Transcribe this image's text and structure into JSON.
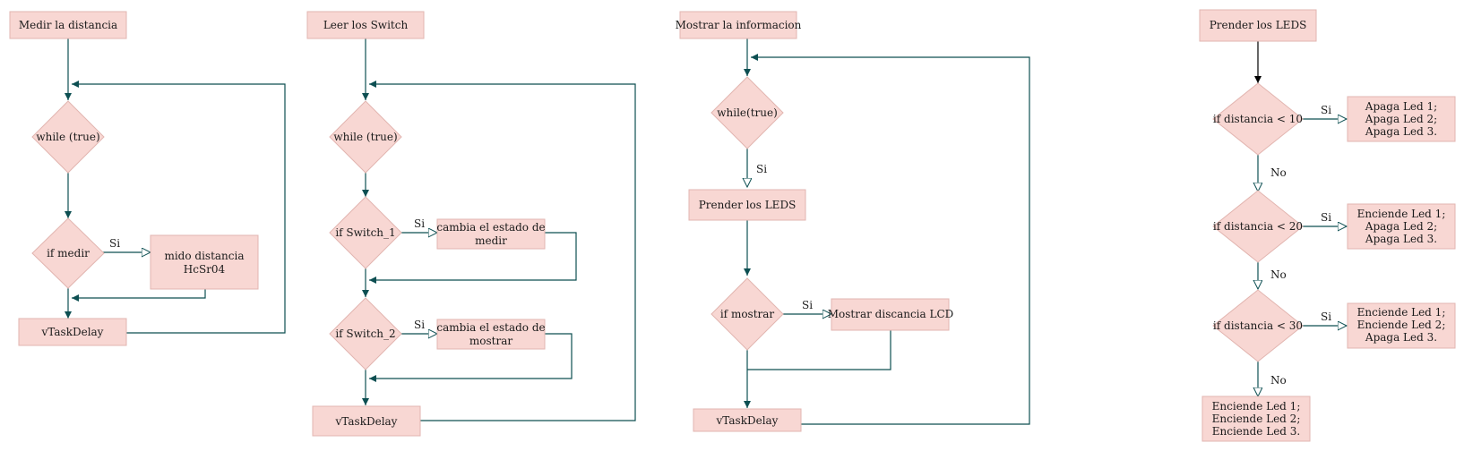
{
  "colors": {
    "node_fill": "#f8d7d3",
    "node_stroke": "#e2b5b0",
    "edge": "#0d4f52"
  },
  "flow1": {
    "title": "Medir la distancia",
    "loop": "while (true)",
    "cond": "if medir",
    "yes": "Si",
    "action_line1": "mido distancia",
    "action_line2": "HcSr04",
    "delay": "vTaskDelay"
  },
  "flow2": {
    "title": "Leer los Switch",
    "loop": "while (true)",
    "cond1": "if Switch_1",
    "yes1": "Si",
    "action1_line1": "cambia el estado de",
    "action1_line2": "medir",
    "cond2": "if Switch_2",
    "yes2": "Si",
    "action2_line1": "cambia el estado de",
    "action2_line2": "mostrar",
    "delay": "vTaskDelay"
  },
  "flow3": {
    "title": "Mostrar la informacion",
    "loop": "while(true)",
    "yes_loop": "Si",
    "step": "Prender los LEDS",
    "cond": "if mostrar",
    "yes": "Si",
    "action": "Mostrar discancia LCD",
    "delay": "vTaskDelay"
  },
  "flow4": {
    "title": "Prender los LEDS",
    "cond1": "if distancia < 10",
    "cond2": "if distancia < 20",
    "cond3": "if distancia < 30",
    "yes": "Si",
    "no": "No",
    "act1": [
      "Apaga Led 1;",
      "Apaga Led 2;",
      "Apaga Led 3."
    ],
    "act2": [
      "Enciende Led 1;",
      "Apaga Led 2;",
      "Apaga Led 3."
    ],
    "act3": [
      "Enciende Led 1;",
      "Enciende Led 2;",
      "Apaga Led 3."
    ],
    "act4": [
      "Enciende Led 1;",
      "Enciende Led 2;",
      "Enciende Led 3."
    ]
  }
}
